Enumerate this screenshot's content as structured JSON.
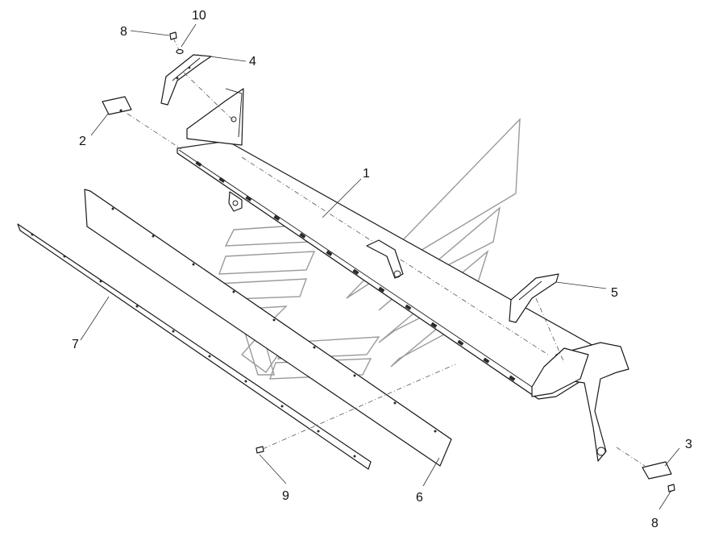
{
  "diagram": {
    "callouts": [
      {
        "id": "c1",
        "label": "1"
      },
      {
        "id": "c2",
        "label": "2"
      },
      {
        "id": "c3",
        "label": "3"
      },
      {
        "id": "c4",
        "label": "4"
      },
      {
        "id": "c5",
        "label": "5"
      },
      {
        "id": "c6",
        "label": "6"
      },
      {
        "id": "c7",
        "label": "7"
      },
      {
        "id": "c8a",
        "label": "8"
      },
      {
        "id": "c8b",
        "label": "8"
      },
      {
        "id": "c9",
        "label": "9"
      },
      {
        "id": "c10",
        "label": "10"
      }
    ],
    "colors": {
      "line": "#1a1a1a",
      "watermark": "#9a9a9a",
      "background": "#ffffff"
    }
  }
}
